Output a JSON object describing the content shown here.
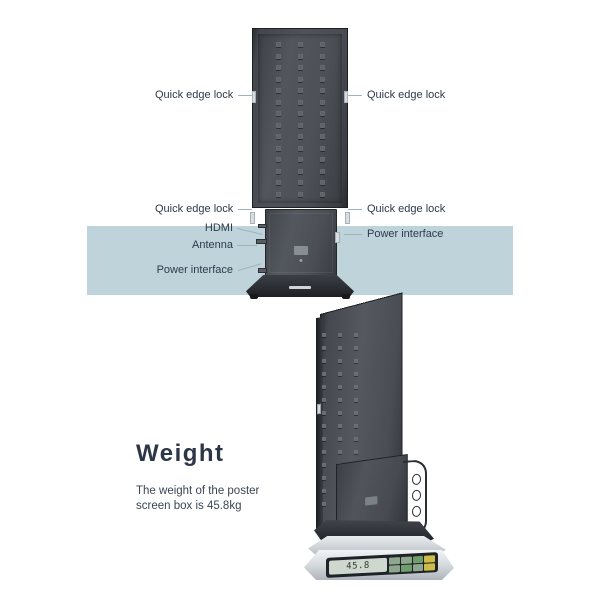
{
  "page": {
    "background_color": "#ffffff",
    "band_color": "#bed3da",
    "label_text_color": "#2e3a4a",
    "leader_color": "#9fb3bd"
  },
  "diagram": {
    "callouts": [
      {
        "id": "quick-edge-lock-top-left",
        "label": "Quick edge lock",
        "side": "left"
      },
      {
        "id": "quick-edge-lock-top-right",
        "label": "Quick edge lock",
        "side": "right"
      },
      {
        "id": "quick-edge-lock-bottom-left",
        "label": "Quick edge lock",
        "side": "left"
      },
      {
        "id": "quick-edge-lock-bottom-right",
        "label": "Quick edge lock",
        "side": "right"
      },
      {
        "id": "hdmi",
        "label": "HDMI",
        "side": "left"
      },
      {
        "id": "antenna",
        "label": "Antenna",
        "side": "left"
      },
      {
        "id": "power-interface-left",
        "label": "Power interface",
        "side": "left"
      },
      {
        "id": "power-interface-right",
        "label": "Power interface",
        "side": "right"
      }
    ]
  },
  "weight_section": {
    "title": "Weight",
    "description": "The weight of the poster screen box is 45.8kg"
  },
  "scale": {
    "display_value": "45.8"
  }
}
